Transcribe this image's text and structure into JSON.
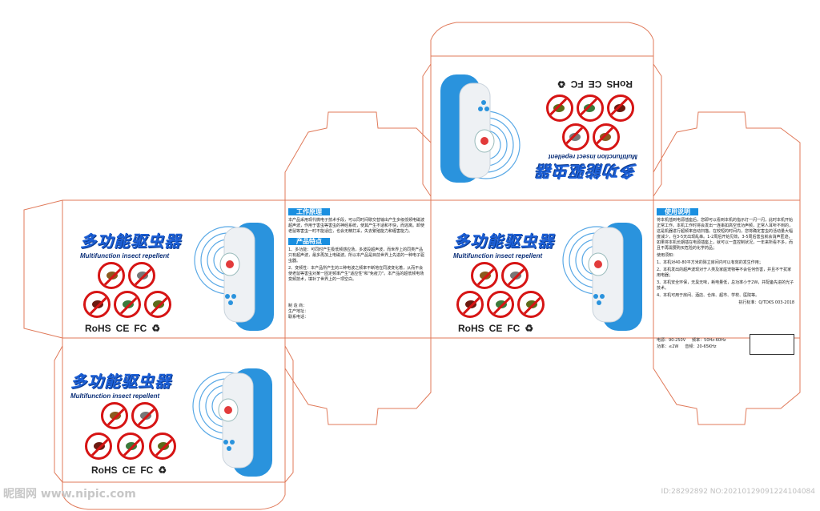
{
  "product": {
    "title_cn": "多功能驱虫器",
    "title_en": "Multifunction insect repellent",
    "certs": [
      "RoHS",
      "CE",
      "FC",
      "♻"
    ]
  },
  "work_principle": {
    "header": "工作原理",
    "text": "本产品采用现代微电子技术手段，可以同时间歇交替输出产生多级低频电磁波超声波，作用于害虫等害虫的神经系统，使其产生不适和不快，而逃离。卸使老鼠等害虫一时不能适应，也会无精打采，失去繁殖能力和缠害能力。"
  },
  "features": {
    "header": "产品特点",
    "item1": "1、多功能：可同时产生极低频感应场，多波段超声波，而世界上的同类产品只有超声波，最多再加上电磁波。所以本产品是目前世界上先进的一种电子驱虫器。",
    "item2": "2、变频性：本产品所产生的三种电波之频率不断地在同波变化着，从而不会使老鼠等害虫对某一固定频率产生\"适应性\"和\"免疫力\"。本产品的超低频电场变频技术，填补了世界上的一项空白。",
    "labels": [
      "制 造 商：",
      "生产地址：",
      "联系电话："
    ]
  },
  "usage": {
    "header": "使用说明",
    "text": "将本机插到电源插座后，您即可以看到本机的指示灯一闪一闪，此时本机开始正常工作。本机工作时将会发出一连串如高空低功声频，正常人耳听不到的，这是机器进行超频率自动扫描。在较短的时间内，您将确定害虫的活动量大幅度减少，在3-5天出现乱串。1-2周后开始见效，3-5周后害虫就会消声匿迹，如果将本机长期插在电源插座上，就可以一直控制状况，一年来所看不多，而且不再需要购买危险的化学药品；",
    "notes_title": "使用须知：",
    "notes": [
      "1、本机对40-80平方米的除立房间内可以有效的发生作用；",
      "2、本机发出的超声波现对于人类及家庭宠物等不会任何伤害，并且不干扰家用电器；",
      "3、本机安全环保，无臭无味，耗电量低，总功率小于2W，并配备先进的光子技术。",
      "4、本机可用于房间、酒店、仓库、超市、学校、医院等。"
    ],
    "standard": "执行标准：Q/TDKS 003-2018",
    "spec": {
      "voltage_label": "电源：",
      "voltage": "90-250V",
      "freq_label": "频率：",
      "freq": "50Hz-60Hz",
      "power_label": "功率：",
      "power": "≤2W",
      "ultra_label": "音频：",
      "ultra": "20-65KHz"
    }
  },
  "watermark": {
    "left": "昵图网 www.nipic.com",
    "right": "ID:28292892 NO:20210129091224104084"
  },
  "colors": {
    "dieline": "#e07a5a",
    "brand_blue": "#1c5fd6",
    "header_blue": "#1a8fe0",
    "device_blue": "#2a93dd",
    "forbidden_red": "#d61414"
  }
}
